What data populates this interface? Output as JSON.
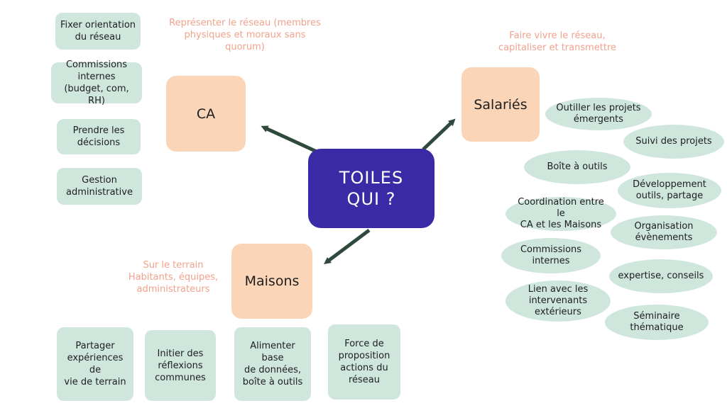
{
  "hub": {
    "label": "TOILES\nQUI ?"
  },
  "ca": {
    "label": "CA",
    "note": "Représenter le réseau (membres\nphysiques et moraux sans\nquorum)",
    "items": [
      "Fixer orientation\ndu réseau",
      "Commissions\ninternes\n(budget, com, RH)",
      "Prendre les\ndécisions",
      "Gestion\nadministrative"
    ]
  },
  "salaries": {
    "label": "Salariés",
    "note": "Faire vivre le réseau,\ncapitaliser et transmettre",
    "items": [
      "Outiller les projets\némergents",
      "Suivi des projets",
      "Boîte à outils",
      "Développement\noutils, partage",
      "Coordination entre le\nCA et les Maisons",
      "Organisation\névènements",
      "Commissions\ninternes",
      "expertise, conseils",
      "Lien avec les\nintervenants\nextérieurs",
      "Séminaire\nthématique"
    ]
  },
  "maisons": {
    "label": "Maisons",
    "note": "Sur le terrain\nHabitants, équipes,\nadministrateurs",
    "items": [
      "Partager\nexpériences de\nvie de terrain",
      "Initier des\nréflexions\ncommunes",
      "Alimenter base\nde données,\nboîte à outils",
      "Force de\nproposition\nactions du\nréseau"
    ]
  },
  "colors": {
    "hub": "#3a2aa5",
    "peach": "#fbd5b8",
    "mint": "#cfe6dd",
    "note": "#f1a28c",
    "arrow": "#2f4a3c"
  }
}
